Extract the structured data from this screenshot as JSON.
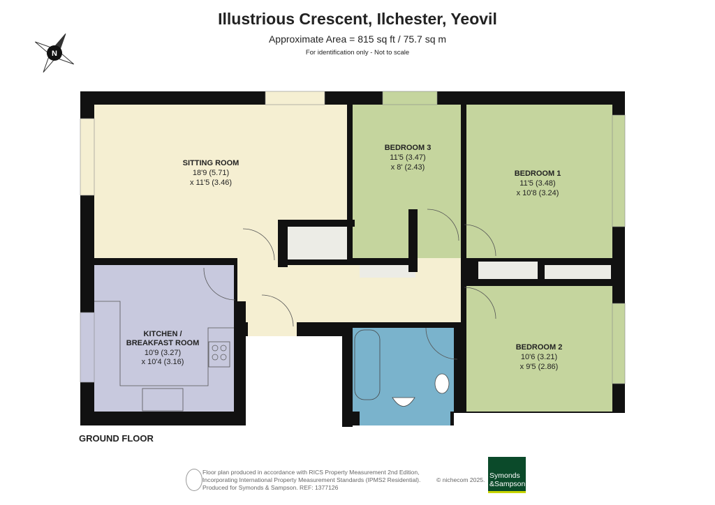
{
  "header": {
    "title": "Illustrious Crescent, Ilchester, Yeovil",
    "area": "Approximate Area = 815 sq ft / 75.7 sq m",
    "note": "For identification only - Not to scale"
  },
  "compass": {
    "label": "N",
    "icon": "compass-rose-icon"
  },
  "rooms": [
    {
      "name": "SITTING ROOM",
      "dim1": "18'9 (5.71)",
      "dim2": "x 11'5 (3.46)",
      "color": "#f5efd2"
    },
    {
      "name": "BEDROOM 3",
      "dim1": "11'5 (3.47)",
      "dim2": "x 8' (2.43)",
      "color": "#c5d59e"
    },
    {
      "name": "BEDROOM 1",
      "dim1": "11'5 (3.48)",
      "dim2": "x 10'8 (3.24)",
      "color": "#c5d59e"
    },
    {
      "name": "KITCHEN /",
      "name2": "BREAKFAST ROOM",
      "dim1": "10'9 (3.27)",
      "dim2": "x 10'4 (3.16)",
      "color": "#c8c9de"
    },
    {
      "name": "BEDROOM 2",
      "dim1": "10'6 (3.21)",
      "dim2": "x 9'5 (2.86)",
      "color": "#c5d59e"
    }
  ],
  "colors": {
    "wall": "#111111",
    "hall": "#f5efd2",
    "bathroom": "#7ab3cc",
    "cupboard": "#ececE6"
  },
  "floor_label": "GROUND FLOOR",
  "footer": {
    "line1": "Floor plan produced in accordance with RICS Property Measurement 2nd Edition,",
    "line2": "Incorporating International Property Measurement Standards (IPMS2 Residential).",
    "line3": "Produced for Symonds & Sampson.   REF:  1377126",
    "copyright": "© nichecom 2025.",
    "logo_line1": "Symonds",
    "logo_line2": "&Sampson"
  }
}
